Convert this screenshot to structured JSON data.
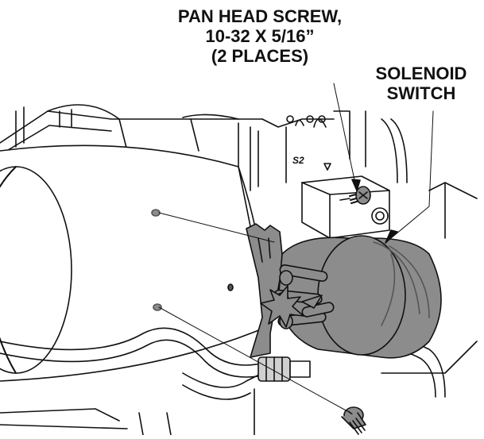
{
  "callouts": {
    "screw": {
      "line1": "PAN HEAD SCREW,",
      "line2": "10-32 X 5/16”",
      "line3": "(2 PLACES)"
    },
    "solenoid": {
      "line1": "SOLENOID",
      "line2": "SWITCH"
    }
  },
  "markings": {
    "s2": "S2"
  },
  "colors": {
    "ink": "#111111",
    "part_gray": "#8c8c8c",
    "dark_gray": "#555555",
    "light_gray": "#d0d0d0"
  }
}
